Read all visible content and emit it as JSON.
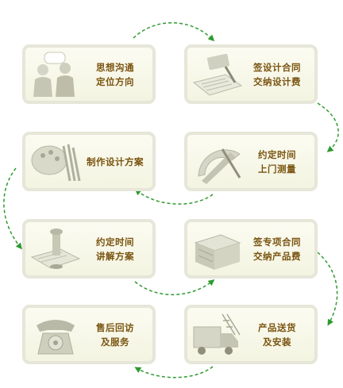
{
  "steps": [
    {
      "id": "communicate",
      "lines": [
        "思想沟通",
        "定位方向"
      ],
      "icon": "two-people-chat-icon"
    },
    {
      "id": "contract",
      "lines": [
        "签设计合同",
        "交纳设计费"
      ],
      "icon": "contract-signing-icon"
    },
    {
      "id": "measure",
      "lines": [
        "约定时间",
        "上门测量"
      ],
      "icon": "drafting-tools-icon"
    },
    {
      "id": "design",
      "lines": [
        "制作设计方案"
      ],
      "icon": "paint-palette-icon"
    },
    {
      "id": "explain",
      "lines": [
        "约定时间",
        "讲解方案"
      ],
      "icon": "presentation-icon"
    },
    {
      "id": "project-contract",
      "lines": [
        "签专项合同",
        "交纳产品费"
      ],
      "icon": "document-tray-icon"
    },
    {
      "id": "delivery",
      "lines": [
        "产品送货",
        "及安装"
      ],
      "icon": "delivery-truck-icon"
    },
    {
      "id": "service",
      "lines": [
        "售后回访",
        "及服务"
      ],
      "icon": "telephone-icon"
    }
  ],
  "colors": {
    "text": "#7a5410",
    "arrow": "#2f9a2f",
    "border": "#e6e6d9"
  }
}
